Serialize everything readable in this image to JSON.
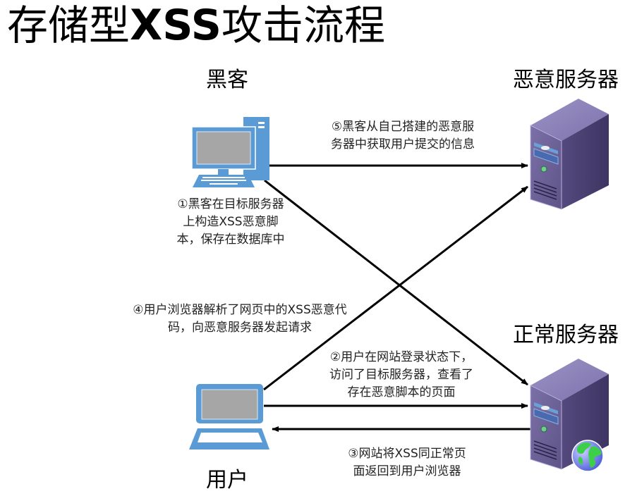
{
  "title": {
    "part1": "存储型",
    "part2": "XSS",
    "part3": "攻击流程"
  },
  "nodes": {
    "hacker": {
      "label": "黑客",
      "icon": "desktop-computer-icon"
    },
    "malicious_server": {
      "label": "恶意服务器",
      "icon": "server-icon"
    },
    "normal_server": {
      "label": "正常服务器",
      "icon": "web-server-icon"
    },
    "user": {
      "label": "用户",
      "icon": "laptop-icon"
    }
  },
  "steps": [
    {
      "id": 1,
      "text": "①黑客在目标服务器\n上构造XSS恶意脚\n本，保存在数据库中",
      "from": "hacker",
      "to": "normal_server"
    },
    {
      "id": 2,
      "text": "②用户在网站登录状态下，\n访问了目标服务器，查看了\n存在恶意脚本的页面",
      "from": "user",
      "to": "normal_server"
    },
    {
      "id": 3,
      "text": "③网站将XSS同正常页\n面返回到用户浏览器",
      "from": "normal_server",
      "to": "user"
    },
    {
      "id": 4,
      "text": "④用户浏览器解析了网页中的XSS恶意代\n码，向恶意服务器发起请求",
      "from": "user",
      "to": "malicious_server"
    },
    {
      "id": 5,
      "text": "⑤黑客从自己搭建的恶意服\n务器中获取用户提交的信息",
      "from": "hacker",
      "to": "malicious_server"
    }
  ],
  "colors": {
    "device_blue": "#5b9bd5",
    "screen_gray": "#a6a6a6",
    "server_front": "#6a5f96",
    "server_side": "#4a4070",
    "server_top": "#8a80b5",
    "arrow": "#000000"
  }
}
